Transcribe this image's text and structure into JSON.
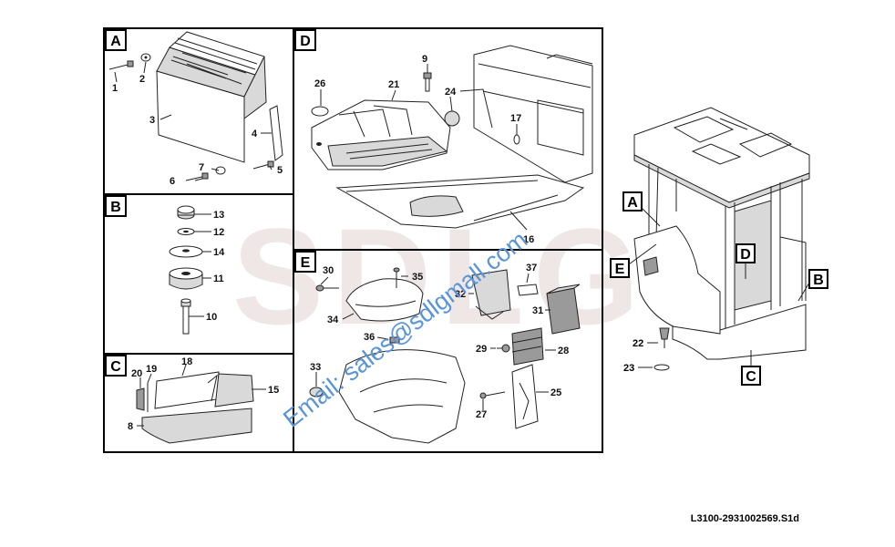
{
  "drawing_code": "L3100-2931002569.S1d",
  "watermark": {
    "brand": "SDLG",
    "email": "Email: sales@sdlgmall.com"
  },
  "panels": {
    "A": {
      "letter": "A",
      "labels": [
        "1",
        "2",
        "3",
        "4",
        "5",
        "6",
        "7"
      ]
    },
    "B": {
      "letter": "B",
      "labels": [
        "13",
        "12",
        "14",
        "11",
        "10"
      ]
    },
    "C": {
      "letter": "C",
      "labels": [
        "20",
        "19",
        "18",
        "15",
        "8"
      ]
    },
    "D": {
      "letter": "D",
      "labels": [
        "9",
        "26",
        "21",
        "24",
        "17",
        "16"
      ]
    },
    "E": {
      "letter": "E",
      "labels": [
        "30",
        "35",
        "34",
        "36",
        "33",
        "37",
        "32",
        "31",
        "29",
        "28",
        "25",
        "27"
      ]
    }
  },
  "overview": {
    "callouts": [
      "A",
      "E",
      "D",
      "B",
      "C"
    ],
    "labels": [
      "22",
      "23"
    ]
  }
}
